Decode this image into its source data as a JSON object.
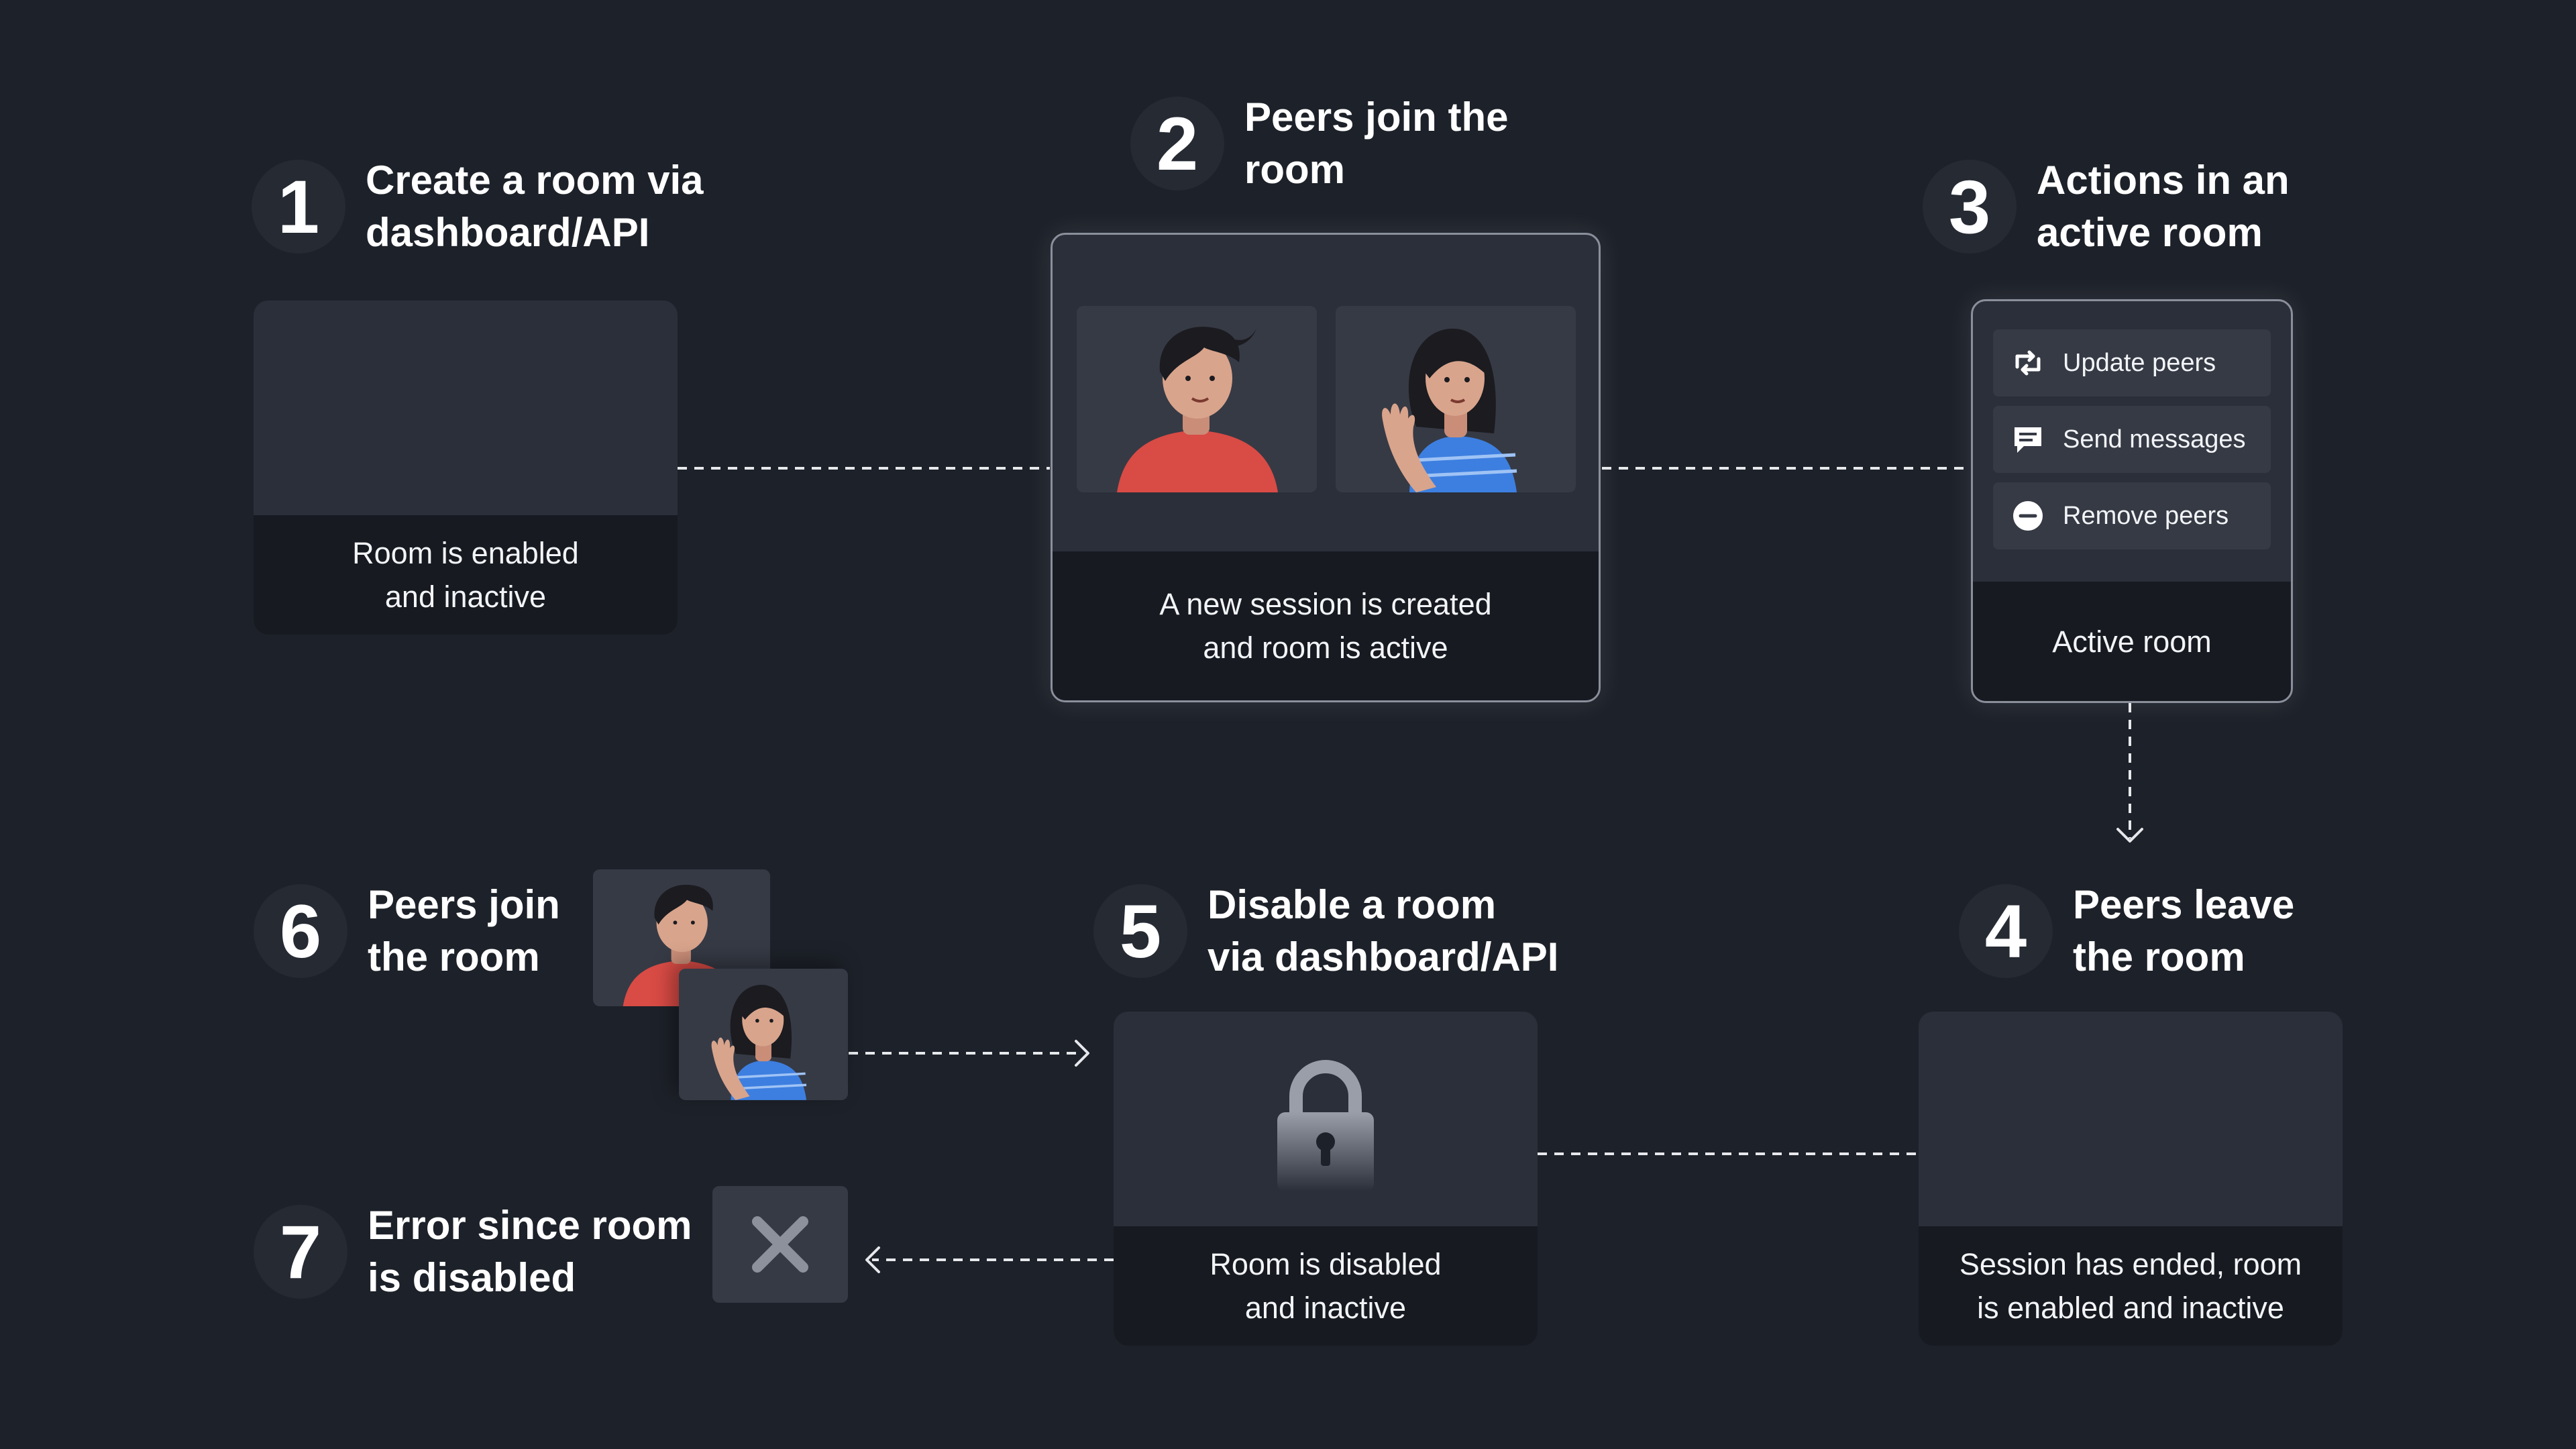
{
  "steps": [
    {
      "num": "1",
      "title": "Create a room via\ndashboard/API"
    },
    {
      "num": "2",
      "title": "Peers join the\nroom"
    },
    {
      "num": "3",
      "title": "Actions in an\nactive room"
    },
    {
      "num": "4",
      "title": "Peers leave\nthe room"
    },
    {
      "num": "5",
      "title": "Disable a room\nvia dashboard/API"
    },
    {
      "num": "6",
      "title": "Peers join\nthe room"
    },
    {
      "num": "7",
      "title": "Error since room\nis disabled"
    }
  ],
  "cards": {
    "room_inactive": "Room is enabled\nand inactive",
    "session_created": "A new session is created\nand room is active",
    "active_room": "Active room",
    "session_ended": "Session has ended, room\nis enabled and inactive",
    "room_disabled": "Room is disabled\nand inactive"
  },
  "actions": [
    {
      "label": "Update peers",
      "icon": "refresh-icon"
    },
    {
      "label": "Send messages",
      "icon": "message-icon"
    },
    {
      "label": "Remove peers",
      "icon": "minus-circle-icon"
    }
  ],
  "colors": {
    "background": "#1d2129",
    "card": "#2b2f39",
    "card_footer": "#171a21",
    "peer_man_shirt": "#d94b45",
    "peer_woman_shirt": "#3d7fe0"
  }
}
